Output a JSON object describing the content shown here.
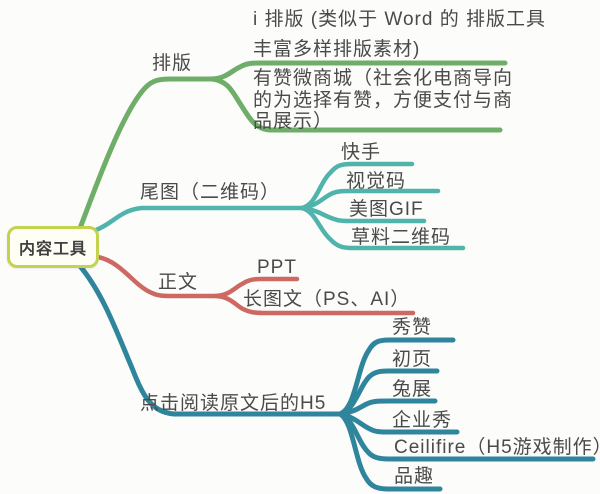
{
  "colors": {
    "branch_green": "#6fae69",
    "branch_teal": "#50b4ac",
    "branch_red": "#cd6962",
    "branch_blue": "#2f859c",
    "root_border": "#c3d24f",
    "text": "#4a4a4a"
  },
  "mindmap": {
    "root": {
      "label": "内容工具"
    },
    "branches": [
      {
        "label": "排版",
        "color": "#6fae69",
        "children": [
          {
            "lines": [
              "i 排版 (类似于 Word 的 排版工具",
              "丰富多样排版素材)"
            ]
          },
          {
            "lines": [
              "有赞微商城（社会化电商导向",
              "的为选择有赞，方便支付与商",
              "品展示）"
            ]
          }
        ]
      },
      {
        "label": "尾图（二维码）",
        "color": "#50b4ac",
        "children": [
          {
            "label": "快手"
          },
          {
            "label": "视觉码"
          },
          {
            "label": "美图GIF"
          },
          {
            "label": "草料二维码"
          }
        ]
      },
      {
        "label": "正文",
        "color": "#cd6962",
        "children": [
          {
            "label": "PPT"
          },
          {
            "label": "长图文（PS、AI）"
          }
        ]
      },
      {
        "label": "点击阅读原文后的H5",
        "color": "#2f859c",
        "children": [
          {
            "label": "秀赞"
          },
          {
            "label": "初页"
          },
          {
            "label": "兔展"
          },
          {
            "label": "企业秀"
          },
          {
            "label": "Ceilifire（H5游戏制作）"
          },
          {
            "label": "品趣"
          }
        ]
      }
    ]
  }
}
